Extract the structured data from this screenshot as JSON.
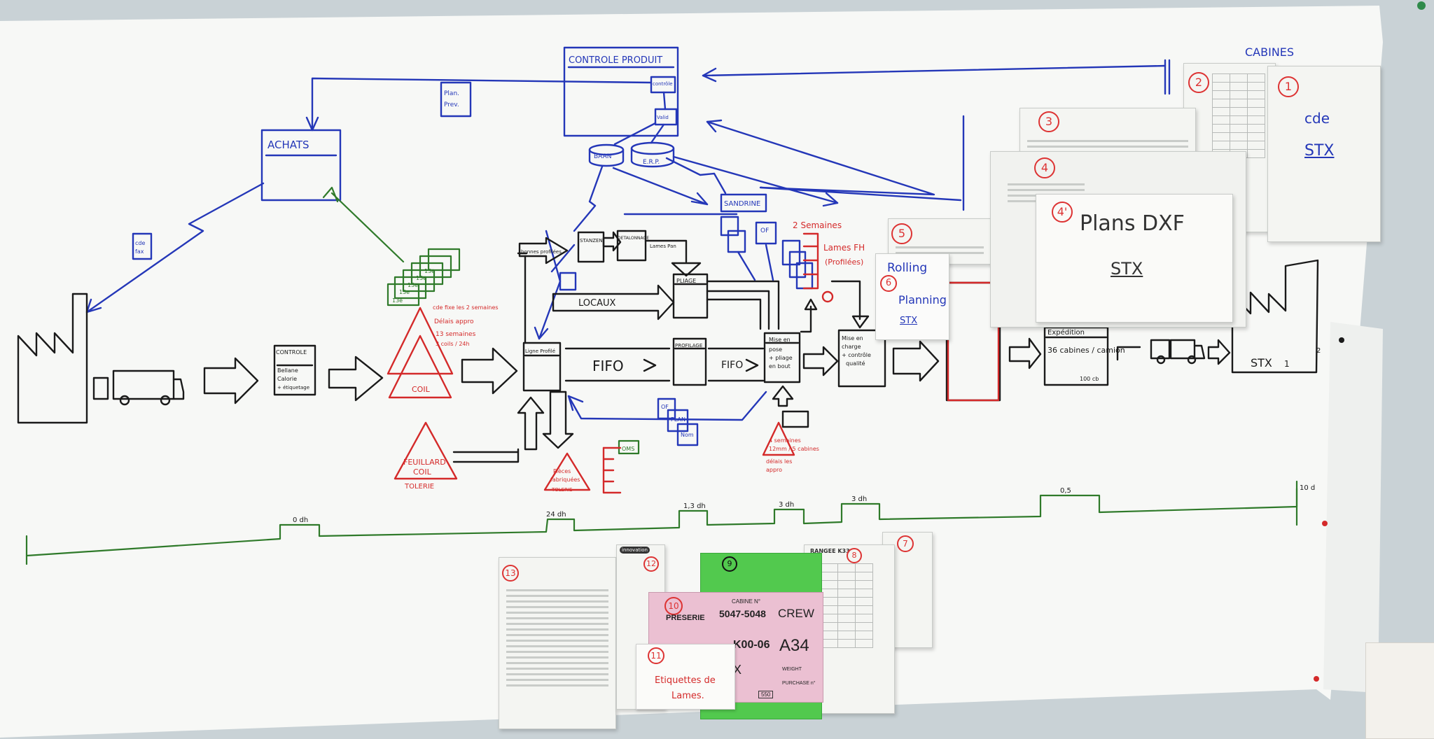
{
  "colors": {
    "blue": "#2437b8",
    "black": "#1a1a1a",
    "red": "#d42a2a",
    "green": "#2f7a2a",
    "wall": "#c9d2d6",
    "paper": "#f6f7f5"
  },
  "flow": {
    "controle_produit": "CONTROLE  PRODUIT",
    "controle_box_a": "contrôle",
    "controle_box_b": "Valid",
    "achats": "ACHATS",
    "plan_prev_1": "Plan.",
    "plan_prev_2": "Prev.",
    "cde_fax_1": "cde",
    "cde_fax_2": "fax",
    "baan": "BAAN",
    "erp": "E.R.P.",
    "sandrine": "SANDRINE",
    "controle_reception_title": "CONTROLE",
    "controle_reception_1": "Bellane",
    "controle_reception_2": "Calorie",
    "controle_reception_3": "+ étiquetage",
    "coil": "COIL",
    "coil_note_1": "cde fixe les 2 semaines",
    "coil_note_2": "Délais appro",
    "coil_note_3": "13 semaines",
    "coil_note_4": "3 coils / 24h",
    "feuillard_coil_1": "FEUILLARD",
    "feuillard_coil_2": "COIL",
    "tolerie": "TOLERIE",
    "ligne_profilage": "Ligne Profilé",
    "bonnes_profilees": "bonnes profilées",
    "stanzen": "STANZEN",
    "detalonnage": "DETALONNAGE",
    "lames_pan": "Lames Pan",
    "locaux": "LOCAUX",
    "pliage": "PLIAGE",
    "fifo_1": "FIFO",
    "fifo_2": "FIFO",
    "profilage": "PROFILAGE",
    "mise_en_pose_1": "Mise en",
    "mise_en_pose_2": "pose",
    "mise_en_pose_3": "+ pliage",
    "mise_en_pose_4": "en bout",
    "deux_semaines": "2 Semaines",
    "lames_fh": "Lames FH",
    "lames_fh_2": "(Profilées)",
    "mise_en_charge_1": "Mise en",
    "mise_en_charge_2": "charge",
    "mise_en_charge_3": "+ contrôle",
    "mise_en_charge_4": "qualité",
    "expedition": "Expédition",
    "expedition_1": "36 cabines / camion",
    "expedition_2": "100 cb",
    "stx": "STX",
    "stx_num": "1",
    "stx_num_2": "2",
    "cabines": "CABINES",
    "pieces_fabriquees_1": "Pièces",
    "pieces_fabriquees_2": "fabriquées",
    "pieces_fabriquees_3": "TOLERIE",
    "delais_note_1": "4 semaines",
    "delais_note_2": "12mm / 5 cabines",
    "delais_note_3": "délais les",
    "delais_note_4": "appro",
    "oms": "OMS",
    "pans_1": "OF",
    "pans_2": "PLAN",
    "pans_3": "Nom",
    "of_label": "OF",
    "small_stack_labels": [
      "13e",
      "13e",
      "13e",
      "13e",
      "13e"
    ]
  },
  "timeline": {
    "labels": [
      "0 dh",
      "24 dh",
      "1,3 dh",
      "3 dh",
      "3 dh",
      "0,5",
      "10 d"
    ]
  },
  "papers": {
    "cde_stx_num": "1",
    "cde": "cde",
    "stx": "STX",
    "num_2": "2",
    "num_3": "3",
    "num_4": "4",
    "num_4b": "4'",
    "plans_dxf": "Plans DXF",
    "plans_stx": "STX",
    "num_5": "5",
    "num_6": "6",
    "rolling": "Rolling",
    "planning": "Planning",
    "rolling_stx": "STX",
    "num_7": "7",
    "num_8": "8",
    "num_9": "9",
    "num_10": "10",
    "num_11": "11",
    "num_12": "12",
    "num_13": "13",
    "label_cabine": "CABINE N°",
    "label_cabine_no": "5047-5048",
    "label_crew": "CREW",
    "label_preserie": "PRESERIE",
    "label_code": "K00-06",
    "label_a34": "A34",
    "label_x": "X",
    "label_weight": "WEIGHT",
    "label_purchase": "PURCHASE n°",
    "label_550": "550",
    "etiquettes_1": "Etiquettes de",
    "etiquettes_2": "Lames.",
    "rangee_header": "RANGEE K33",
    "doc_13_header": "",
    "crew_brand": "innovation"
  }
}
